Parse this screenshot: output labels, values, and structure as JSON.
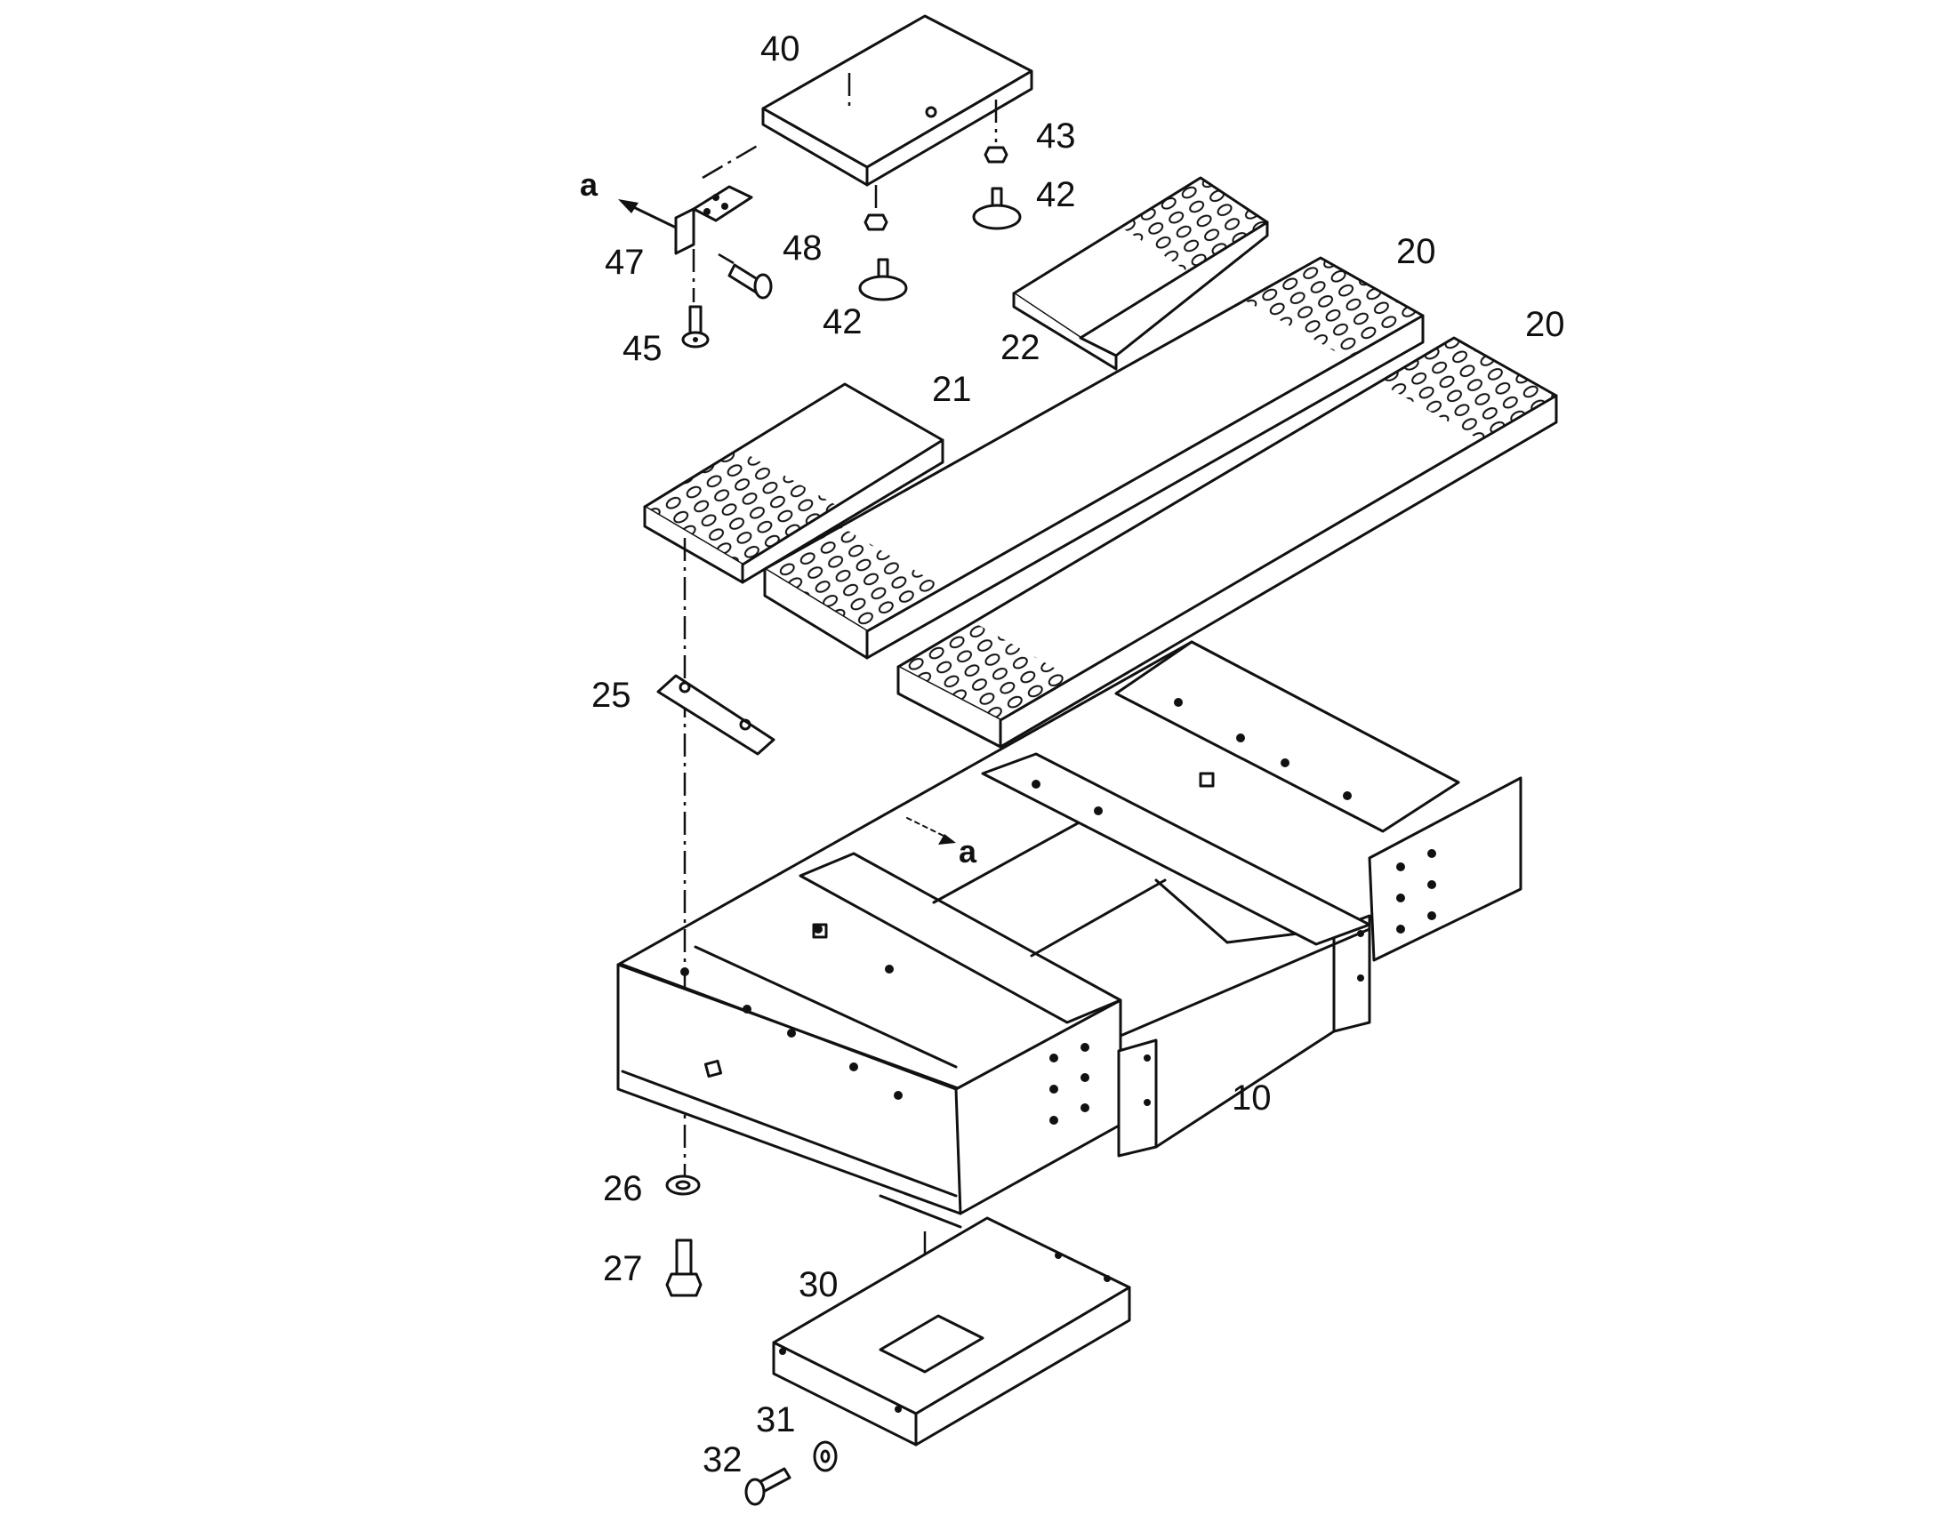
{
  "callouts": {
    "c40": "40",
    "c43": "43",
    "c42a": "42",
    "c42b": "42",
    "c47": "47",
    "c48": "48",
    "c45": "45",
    "c20a": "20",
    "c20b": "20",
    "c22": "22",
    "c21": "21",
    "c25": "25",
    "c10": "10",
    "c26": "26",
    "c27": "27",
    "c30": "30",
    "c31": "31",
    "c32": "32"
  },
  "arrows": {
    "a_top": "a",
    "a_mid": "a"
  }
}
